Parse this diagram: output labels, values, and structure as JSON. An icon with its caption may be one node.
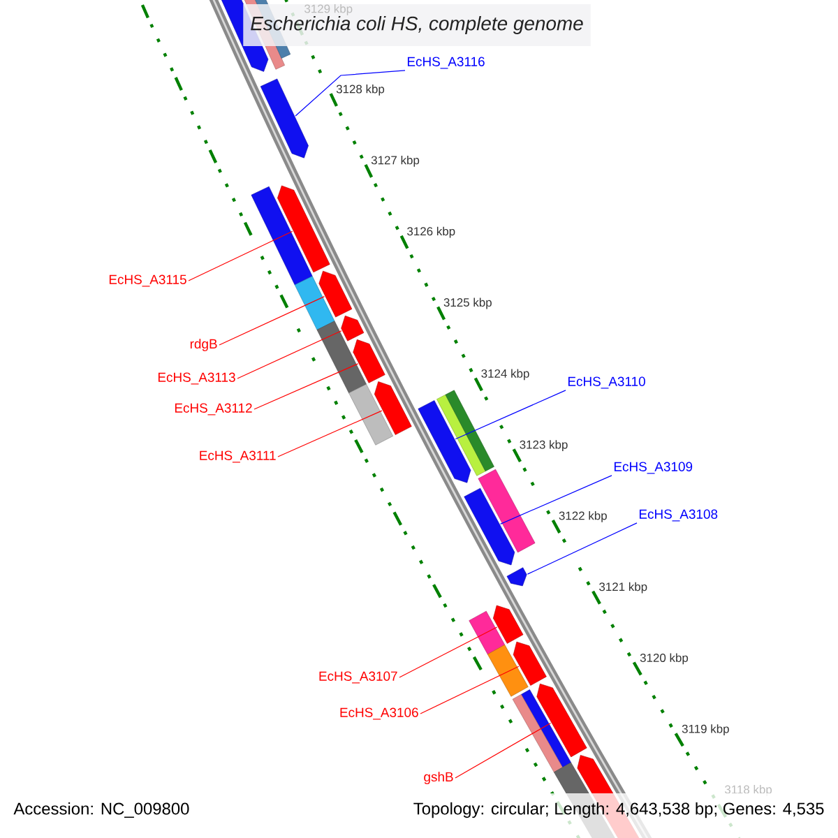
{
  "diagram": {
    "title": "Escherichia coli HS, complete genome",
    "nodes": [
      {
        "text": [
          "EcHS_A3116"
        ]
      },
      {
        "text": [
          "EcHS_A3115"
        ]
      },
      {
        "text": [
          "rdgB"
        ]
      },
      {
        "text": [
          "EcHS_A3113"
        ]
      },
      {
        "text": [
          "EcHS_A3110"
        ]
      },
      {
        "text": [
          "EcHS_A3112"
        ]
      },
      {
        "text": [
          "EcHS_A3111"
        ]
      },
      {
        "text": [
          "EcHS_A3109"
        ]
      },
      {
        "text": [
          "EcHS_A3108"
        ]
      },
      {
        "text": [
          "EcHS_A3107"
        ]
      },
      {
        "text": [
          "EcHS_A3106"
        ]
      },
      {
        "text": [
          "gshB"
        ]
      },
      {
        "text": [],
        "shape": "arrow"
      },
      {
        "text": [],
        "shape": "arrow"
      },
      {
        "text": [],
        "shape": "arrow"
      },
      {
        "text": [],
        "shape": "arrow"
      },
      {
        "text": [],
        "shape": "arrow"
      },
      {
        "text": [],
        "shape": "arrow"
      },
      {
        "text": [],
        "shape": "arrow"
      },
      {
        "text": [],
        "shape": "arrow"
      },
      {
        "text": [],
        "shape": "arrow"
      },
      {
        "text": [],
        "shape": "arrow"
      },
      {
        "text": [],
        "shape": "arrow"
      },
      {
        "text": [],
        "shape": "arrow"
      }
    ],
    "edges": [
      {
        "from": 0,
        "to": 12,
        "arrow": "none",
        "color": "#0000ff"
      },
      {
        "from": 1,
        "to": 13,
        "arrow": "none"
      },
      {
        "from": 2,
        "to": 14,
        "arrow": "none"
      },
      {
        "from": 3,
        "to": 15,
        "arrow": "none"
      },
      {
        "from": 4,
        "to": 18,
        "arrow": "none",
        "color": "#0000ff"
      },
      {
        "from": 5,
        "to": 16,
        "arrow": "none"
      },
      {
        "from": 6,
        "to": 17,
        "arrow": "none"
      },
      {
        "from": 7,
        "to": 19,
        "arrow": "none",
        "color": "#0000ff"
      },
      {
        "from": 8,
        "to": 20,
        "arrow": "none",
        "color": "#0000ff"
      },
      {
        "from": 9,
        "to": 21,
        "arrow": "none"
      },
      {
        "from": 10,
        "to": 22,
        "arrow": "none"
      },
      {
        "from": 11,
        "to": 23,
        "arrow": "none"
      }
    ],
    "labels": [
      "3129 kbp",
      "3128 kbp",
      "3127 kbp",
      "3126 kbp",
      "3125 kbp",
      "3124 kbp",
      "3123 kbp",
      "3122 kbp",
      "3121 kbp",
      "3120 kbp",
      "3119 kbp",
      "3118 kbp",
      "Accession: NC_009800",
      "Topology: circular; Length: 4,643,538 bp; Genes: 4,535"
    ]
  }
}
